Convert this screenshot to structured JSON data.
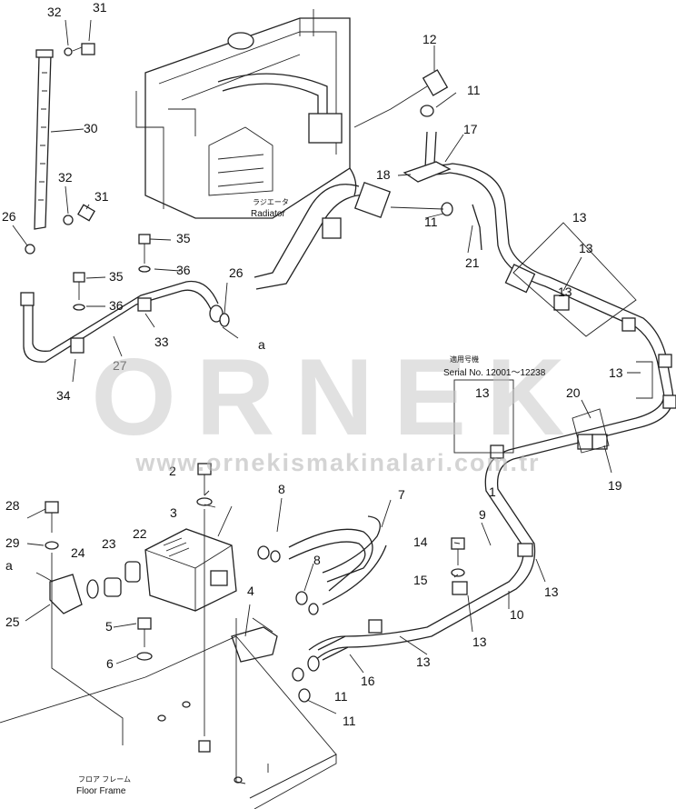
{
  "diagram": {
    "part_numbers": [
      "1",
      "2",
      "3",
      "4",
      "5",
      "6",
      "7",
      "8",
      "8",
      "9",
      "10",
      "11",
      "11",
      "11",
      "11",
      "12",
      "13",
      "13",
      "13",
      "13",
      "13",
      "13",
      "13",
      "13",
      "14",
      "15",
      "16",
      "17",
      "18",
      "19",
      "20",
      "21",
      "22",
      "23",
      "24",
      "25",
      "26",
      "26",
      "27",
      "28",
      "29",
      "30",
      "31",
      "31",
      "32",
      "32",
      "33",
      "34",
      "35",
      "35",
      "36",
      "36",
      "a",
      "a"
    ],
    "labels": {
      "radiator_jp": "ラジエータ",
      "radiator_en": "Radiator",
      "serial_jp": "適用号機",
      "serial_en": "Serial No. 12001～12238",
      "floor_jp": "フロア フレーム",
      "floor_en": "Floor Frame"
    },
    "watermark": {
      "brand": "ORNEK",
      "url": "www.ornekismakinalari.com.tr"
    }
  }
}
